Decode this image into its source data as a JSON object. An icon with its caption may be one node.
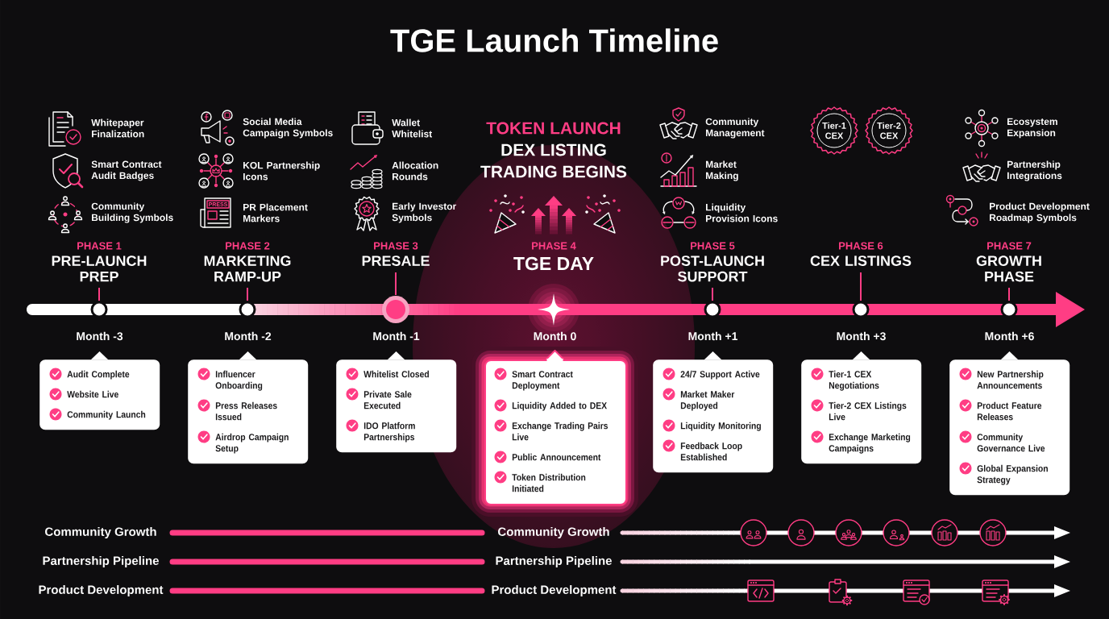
{
  "diagram": {
    "title": "TGE Launch Timeline",
    "nodes": [
      {
        "text": [
          "Tier-1 CEX"
        ]
      },
      {
        "text": [
          "Tier-2 CEX"
        ]
      },
      {
        "text": [
          "Audit Complete",
          "Website Live",
          "Community Launch"
        ],
        "beside": [
          "Month -3"
        ]
      },
      {
        "text": [
          "Influencer Onboarding",
          "Press Releases Issued",
          "Airdrop Campaign Setup"
        ],
        "beside": [
          "Month -2"
        ]
      },
      {
        "text": [
          "Whitelist Closed",
          "Private Sale Executed",
          "IDO Platform Partnerships"
        ],
        "beside": [
          "Month -1"
        ]
      },
      {
        "text": [
          "Smart Contract Deployment",
          "Liquidity Added to DEX",
          "Exchange Trading Pairs Live",
          "Public Announcement",
          "Token Distribution Initiated"
        ],
        "beside": [
          "Month 0"
        ]
      },
      {
        "text": [
          "24/7 Support Active",
          "Market Maker Deployed",
          "Liquidity Monitoring",
          "Feedback Loop Established"
        ],
        "beside": [
          "Month +1"
        ]
      },
      {
        "text": [
          "Tier-1 CEX Negotiations",
          "Tier-2 CEX Listings Live",
          "Exchange Marketing Campaigns"
        ],
        "beside": [
          "Month +3"
        ]
      },
      {
        "text": [
          "New Partnership Announcements",
          "Product Feature Releases",
          "Community Governance Live",
          "Global Expansion Strategy"
        ],
        "beside": [
          "Month +6"
        ]
      }
    ],
    "labels": [
      "Whitepaper Finalization",
      "Smart Contract Audit Badges",
      "Community Building Symbols",
      "PHASE 1",
      "PRE-LAUNCH PREP",
      "Social Media Campaign Symbols",
      "KOL Partnership Icons",
      "PRESS",
      "PR Placement Markers",
      "PHASE 2",
      "MARKETING RAMP-UP",
      "Wallet Whitelist",
      "Allocation Rounds",
      "Early Investor Symbols",
      "PHASE 3",
      "PRESALE",
      "TOKEN LAUNCH",
      "DEX LISTING",
      "TRADING BEGINS",
      "PHASE 4",
      "TGE DAY",
      "Community Management",
      "Market Making",
      "Liquidity Provision Icons",
      "PHASE 5",
      "POST-LAUNCH SUPPORT",
      "PHASE 6",
      "CEX LISTINGS",
      "Ecosystem Expansion",
      "Partnership Integrations",
      "Product Development Roadmap Symbols",
      "PHASE 7",
      "GROWTH PHASE",
      "Community Growth",
      "Community Growth",
      "Partnership Pipeline",
      "Partnership Pipeline",
      "Product Development",
      "Product Development"
    ]
  }
}
